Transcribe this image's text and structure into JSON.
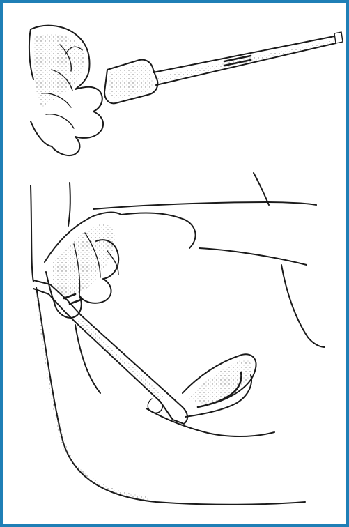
{
  "figure": {
    "border_color": "#1f7fb6",
    "ink_color": "#1a1a1a",
    "panels": [
      {
        "id": "top",
        "depicts": "hand-holding-syringe-with-long-cannula"
      },
      {
        "id": "bottom",
        "depicts": "hand-inserting-instrument-cross-section"
      }
    ]
  }
}
